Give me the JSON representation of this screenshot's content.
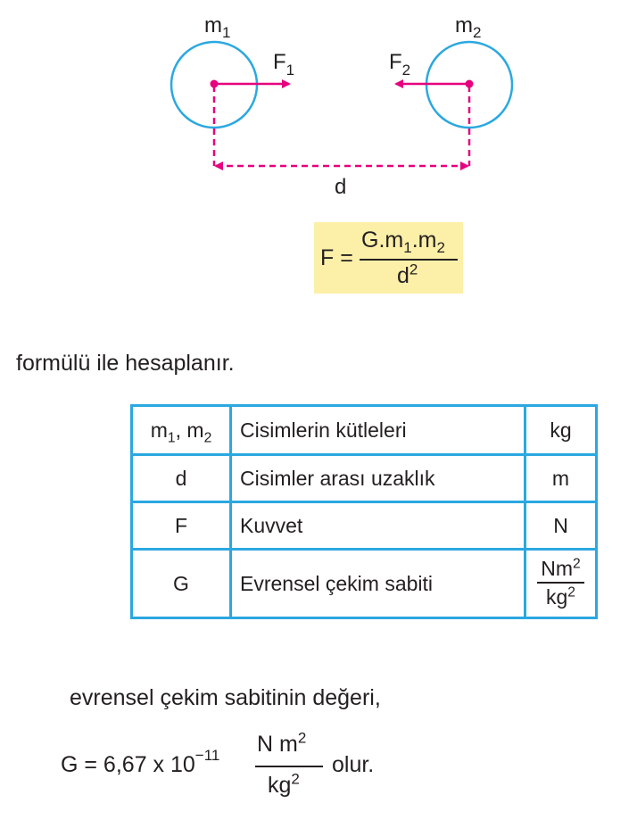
{
  "diagram": {
    "mass1_label": "m",
    "mass1_sub": "1",
    "mass2_label": "m",
    "mass2_sub": "2",
    "force1_label": "F",
    "force1_sub": "1",
    "force2_label": "F",
    "force2_sub": "2",
    "distance_label": "d",
    "colors": {
      "circle": "#2ba8e0",
      "force": "#e6007e",
      "formula_bg": "#fcf0a8"
    }
  },
  "formula": {
    "lhs": "F =",
    "numerator": {
      "g": "G.m",
      "s1": "1",
      "mid": ".m",
      "s2": "2"
    },
    "denominator": {
      "d": "d",
      "exp": "2"
    }
  },
  "intro_text": "formülü ile hesaplanır.",
  "table": {
    "rows": [
      {
        "symbol": {
          "a": "m",
          "a_sub": "1",
          "sep": ", m",
          "b_sub": "2"
        },
        "description": "Cisimlerin kütleleri",
        "unit": "kg"
      },
      {
        "symbol": "d",
        "description": "Cisimler arası uzaklık",
        "unit": "m"
      },
      {
        "symbol": "F",
        "description": "Kuvvet",
        "unit": "N"
      },
      {
        "symbol": "G",
        "description": "Evrensel çekim sabiti",
        "unit_num": {
          "base": "Nm",
          "exp": "2"
        },
        "unit_den": {
          "base": "kg",
          "exp": "2"
        }
      }
    ],
    "border_color": "#2ba8e0"
  },
  "g_text": "evrensel çekim sabitinin değeri,",
  "g_value": {
    "prefix": "G = 6,67 x 10",
    "exponent": "−11",
    "unit_num": {
      "base": "N m",
      "exp": "2"
    },
    "unit_den": {
      "base": "kg",
      "exp": "2"
    },
    "suffix": "olur."
  }
}
